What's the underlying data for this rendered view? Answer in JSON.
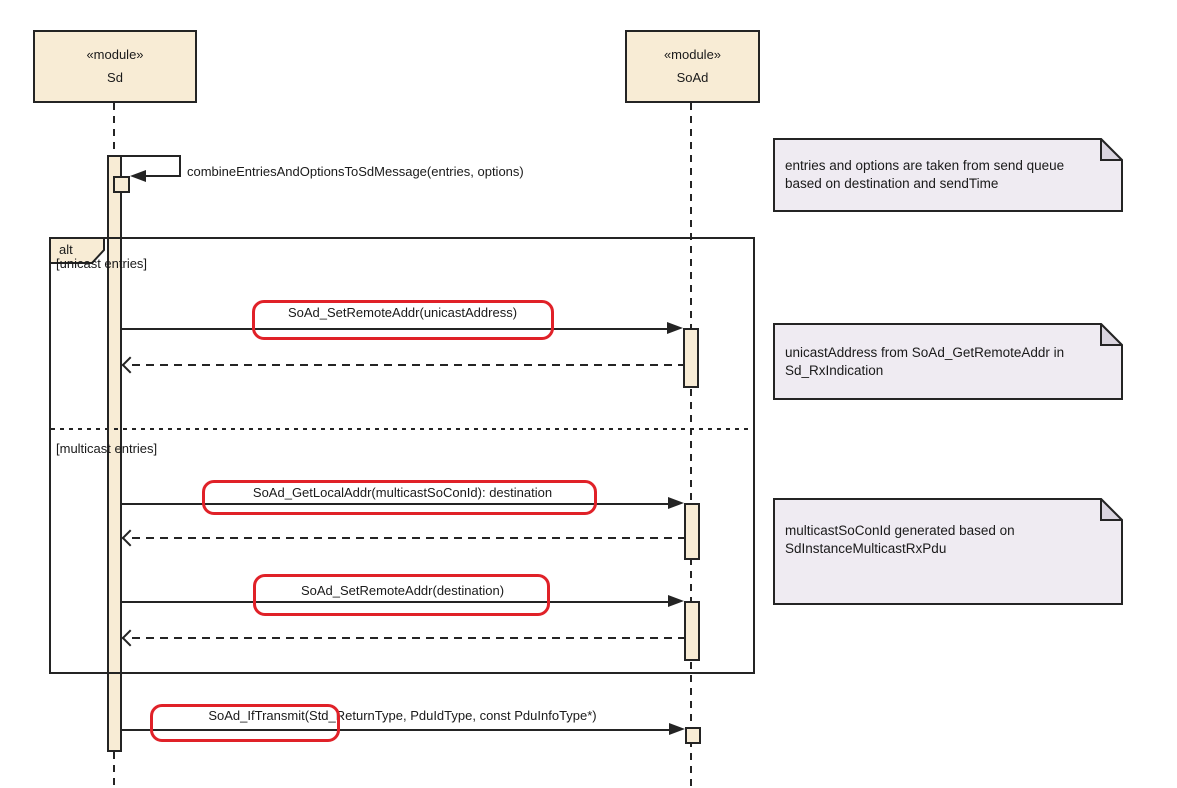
{
  "diagram_type": "uml-sequence",
  "actors": [
    {
      "stereotype": "«module»",
      "name": "Sd"
    },
    {
      "stereotype": "«module»",
      "name": "SoAd"
    }
  ],
  "fragment": {
    "operator": "alt",
    "guards": [
      "[unicast entries]",
      "[multicast entries]"
    ]
  },
  "messages": {
    "self_call": "combineEntriesAndOptionsToSdMessage(entries, options)",
    "set_remote_addr_unicast": "SoAd_SetRemoteAddr(unicastAddress)",
    "get_local_addr": "SoAd_GetLocalAddr(multicastSoConId): destination",
    "set_remote_addr_destination": "SoAd_SetRemoteAddr(destination)",
    "if_transmit": "SoAd_IfTransmit(Std_ReturnType, PduIdType, const PduInfoType*)"
  },
  "notes": [
    {
      "text": "entries and options are taken from send queue based on destination and sendTime"
    },
    {
      "text": "unicastAddress from SoAd_GetRemoteAddr in Sd_RxIndication"
    },
    {
      "text": "multicastSoConId generated based on SdInstanceMulticastRxPdu"
    }
  ],
  "colors": {
    "activation_fill": "#F8ECD5",
    "note_fill": "#EFEBF2",
    "note_fold": "#DAD5DF",
    "highlight": "#E02128",
    "line": "#242424"
  }
}
